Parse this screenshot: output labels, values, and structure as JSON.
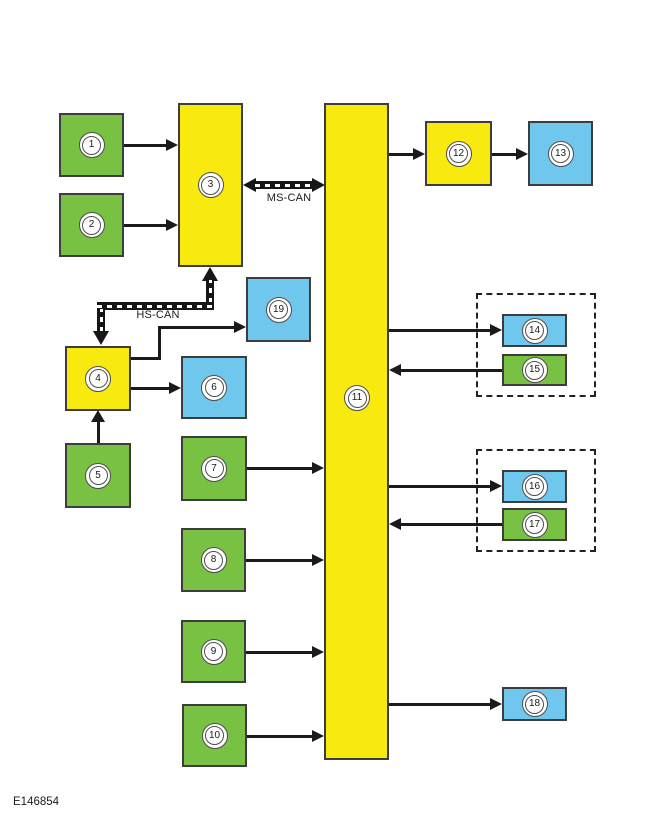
{
  "diagram": {
    "figure_code": "E146854",
    "bus_labels": {
      "ms_can": "MS-CAN",
      "hs_can": "HS-CAN"
    },
    "colors": {
      "green": "#79C143",
      "yellow": "#F8E90F",
      "blue": "#70C7EE",
      "line": "#1a1a1a",
      "node-border": "#3d3d3d"
    },
    "nodes": {
      "n1": {
        "label": "1",
        "color": "green"
      },
      "n2": {
        "label": "2",
        "color": "green"
      },
      "n3": {
        "label": "3",
        "color": "yellow"
      },
      "n4": {
        "label": "4",
        "color": "yellow"
      },
      "n5": {
        "label": "5",
        "color": "green"
      },
      "n6": {
        "label": "6",
        "color": "blue"
      },
      "n7": {
        "label": "7",
        "color": "green"
      },
      "n8": {
        "label": "8",
        "color": "green"
      },
      "n9": {
        "label": "9",
        "color": "green"
      },
      "n10": {
        "label": "10",
        "color": "green"
      },
      "n11": {
        "label": "11",
        "color": "yellow"
      },
      "n12": {
        "label": "12",
        "color": "yellow"
      },
      "n13": {
        "label": "13",
        "color": "blue"
      },
      "n14": {
        "label": "14",
        "color": "blue"
      },
      "n15": {
        "label": "15",
        "color": "green"
      },
      "n16": {
        "label": "16",
        "color": "blue"
      },
      "n17": {
        "label": "17",
        "color": "green"
      },
      "n18": {
        "label": "18",
        "color": "blue"
      },
      "n19": {
        "label": "19",
        "color": "blue"
      }
    }
  }
}
